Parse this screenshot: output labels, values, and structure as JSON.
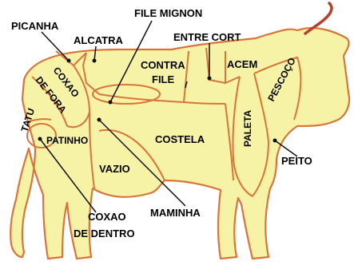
{
  "colors": {
    "body": "#f6f3a6",
    "outline": "#d9743a",
    "leader": "#111111",
    "horn": "#b8402a",
    "background": "#ffffff"
  },
  "labels": {
    "picanha": "PICANHA",
    "file_mignon": "FILE MIGNON",
    "alcatra": "ALCATRA",
    "entre_cort": "ENTRE CORT",
    "coxao_de_fora_1": "COXAO",
    "coxao_de_fora_2": "DE FORA",
    "contra_file_1": "CONTRA",
    "contra_file_2": "FILE",
    "acem": "ACEM",
    "pescoco": "PESCOÇO",
    "tatu": "TATU",
    "paleta": "PALETA",
    "patinho": "PATINHO",
    "costela": "COSTELA",
    "peito": "PEITO",
    "vazio": "VAZIO",
    "coxao_de_dentro_1": "COXAO",
    "coxao_de_dentro_2": "DE DENTRO",
    "maminha": "MAMINHA"
  }
}
